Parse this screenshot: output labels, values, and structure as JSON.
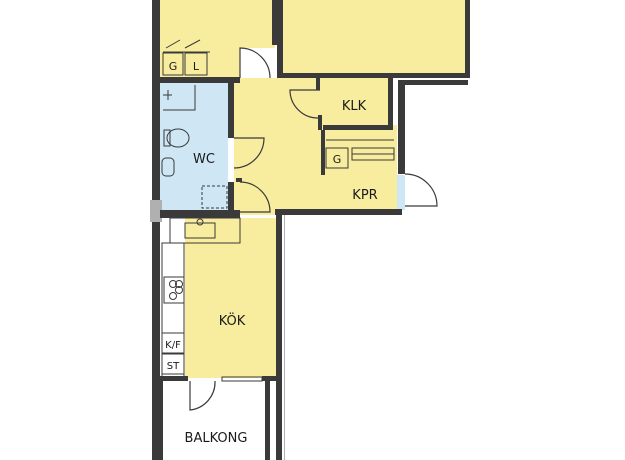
{
  "rooms": {
    "wc": "WC",
    "klk": "KLK",
    "kpr": "KPR",
    "kok": "KÖK",
    "balkong": "BALKONG"
  },
  "fixtures": {
    "g_top": "G",
    "l_top": "L",
    "g_kpr": "G",
    "kf": "K/F",
    "st": "ST"
  },
  "colors": {
    "yellow": "#f8ec9f",
    "blue": "#cfe6f5",
    "wall": "#3a3a3a",
    "wall_light": "#b0b0b0"
  }
}
